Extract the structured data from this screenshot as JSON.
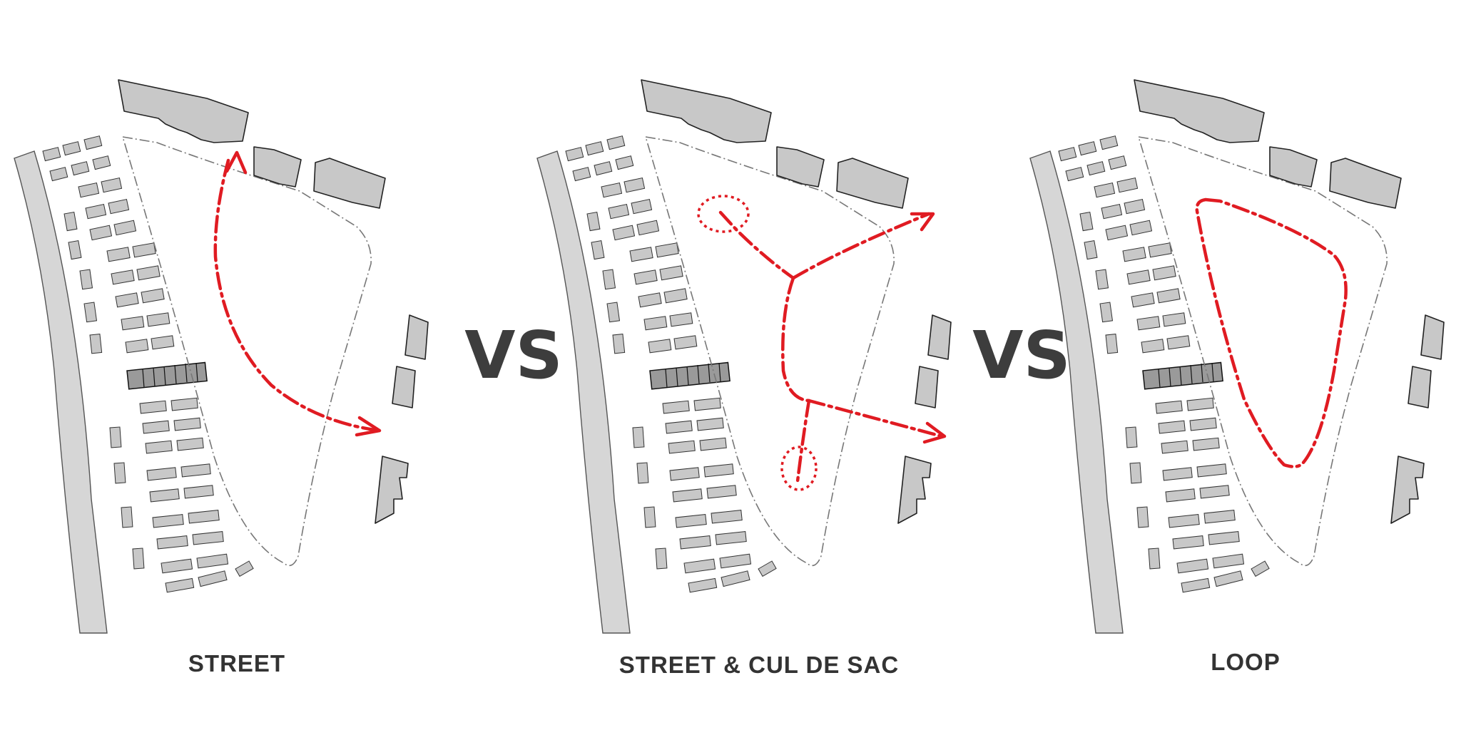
{
  "panels": [
    {
      "id": "street",
      "caption": "STREET"
    },
    {
      "id": "street-culdesac",
      "caption": "STREET & CUL DE SAC"
    },
    {
      "id": "loop",
      "caption": "LOOP"
    }
  ],
  "separators": [
    "VS",
    "VS"
  ],
  "colors": {
    "route": "#e01b22",
    "building": "#c8c8c8",
    "text": "#333333"
  }
}
